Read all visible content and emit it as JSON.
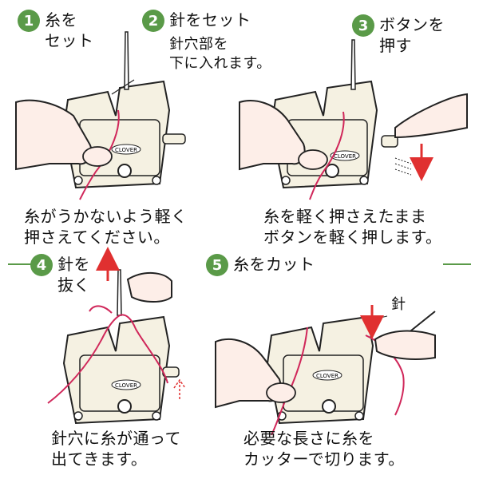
{
  "colors": {
    "accent_green": "#5a9a48",
    "thread": "#d0275a",
    "arrow": "#e03030",
    "device": "#f5f1e2"
  },
  "steps": [
    {
      "number": "1",
      "title": "糸を\nセット",
      "caption": "糸がうかないよう軽く\n押さえてください。"
    },
    {
      "number": "2",
      "title": "針をセット",
      "subtitle": "針穴部を\n下に入れます。"
    },
    {
      "number": "3",
      "title": "ボタンを\n押す",
      "caption": "糸を軽く押さえたまま\nボタンを軽く押します。"
    },
    {
      "number": "4",
      "title": "針を\n抜く",
      "caption": "針穴に糸が通って\n出てきます。"
    },
    {
      "number": "5",
      "title": "糸をカット",
      "caption": "必要な長さに糸を\nカッターで切ります。",
      "needle_label": "針"
    }
  ],
  "brand_label": "CLOVER"
}
